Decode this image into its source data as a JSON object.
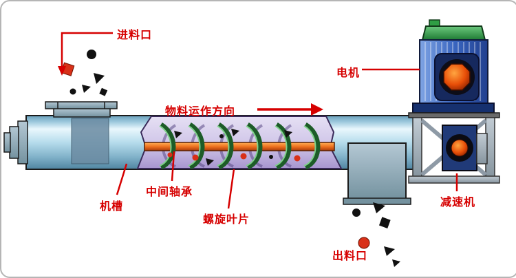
{
  "labels": {
    "inlet": "进料口",
    "flow_direction": "物料运作方向",
    "motor": "电机",
    "trough": "机槽",
    "middle_bearing": "中间轴承",
    "spiral_blade": "螺旋叶片",
    "reducer": "减速机",
    "outlet": "出料口"
  },
  "colors": {
    "annotation_red": "#d60000",
    "tube_blue": "#8fc3dd",
    "cutaway_purple": "#cfc5e8",
    "motor_green": "#35a24c",
    "motor_blue": "#3a66c0",
    "shaft_orange": "#e8641e",
    "spiral_green": "#1d5c28"
  }
}
